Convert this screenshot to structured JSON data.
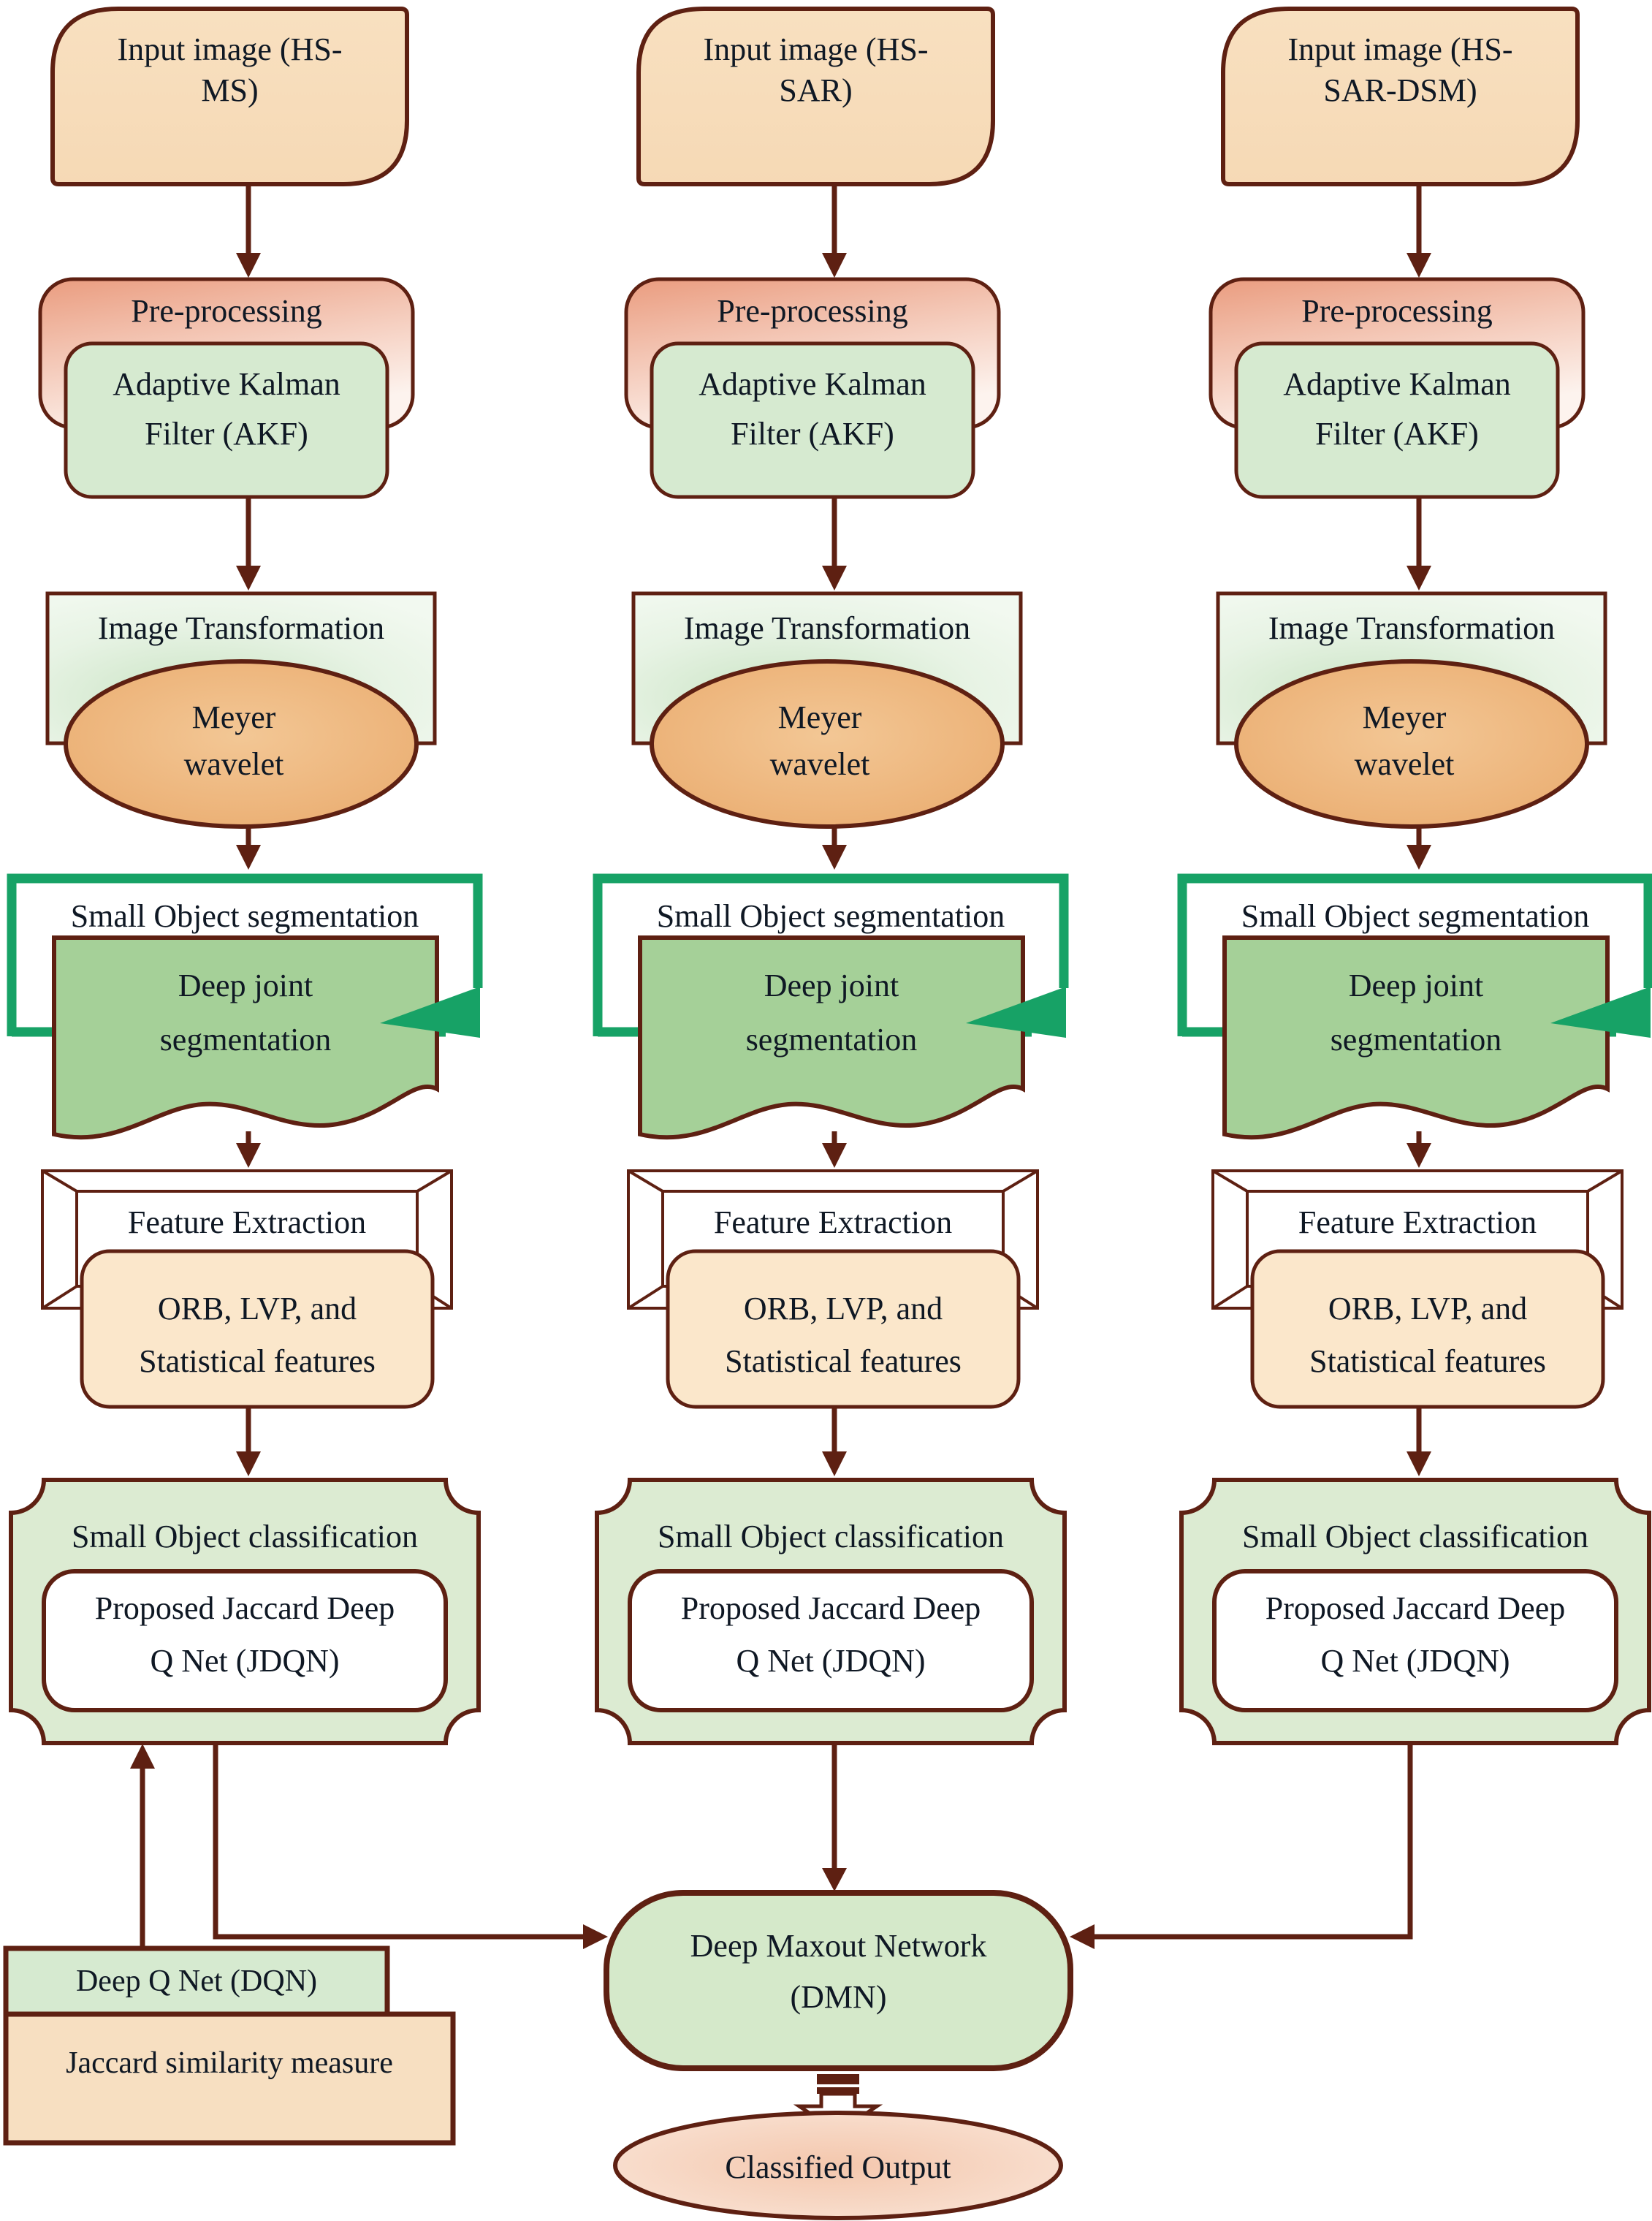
{
  "title": "Small object classification pipeline diagram",
  "columns": [
    {
      "input_lines": [
        "Input image (HS-",
        "MS)"
      ],
      "preprocessing": "Pre-processing",
      "akf_lines": [
        "Adaptive Kalman",
        "Filter (AKF)"
      ],
      "transformation": "Image Transformation",
      "meyer_lines": [
        "Meyer",
        "wavelet"
      ],
      "segmentation": "Small Object segmentation",
      "deep_joint_lines": [
        "Deep joint",
        "segmentation"
      ],
      "feature_extraction": "Feature Extraction",
      "features_lines": [
        "ORB, LVP, and",
        "Statistical features"
      ],
      "classification": "Small Object classification",
      "jdqn_lines": [
        "Proposed Jaccard Deep",
        "Q Net (JDQN)"
      ]
    },
    {
      "input_lines": [
        "Input image (HS-",
        "SAR)"
      ],
      "preprocessing": "Pre-processing",
      "akf_lines": [
        "Adaptive Kalman",
        "Filter (AKF)"
      ],
      "transformation": "Image Transformation",
      "meyer_lines": [
        "Meyer",
        "wavelet"
      ],
      "segmentation": "Small Object segmentation",
      "deep_joint_lines": [
        "Deep joint",
        "segmentation"
      ],
      "feature_extraction": "Feature Extraction",
      "features_lines": [
        "ORB, LVP, and",
        "Statistical features"
      ],
      "classification": "Small Object classification",
      "jdqn_lines": [
        "Proposed Jaccard Deep",
        "Q Net (JDQN)"
      ]
    },
    {
      "input_lines": [
        "Input image (HS-",
        "SAR-DSM)"
      ],
      "preprocessing": "Pre-processing",
      "akf_lines": [
        "Adaptive Kalman",
        "Filter (AKF)"
      ],
      "transformation": "Image Transformation",
      "meyer_lines": [
        "Meyer",
        "wavelet"
      ],
      "segmentation": "Small Object segmentation",
      "deep_joint_lines": [
        "Deep joint",
        "segmentation"
      ],
      "feature_extraction": "Feature Extraction",
      "features_lines": [
        "ORB, LVP, and",
        "Statistical features"
      ],
      "classification": "Small Object classification",
      "jdqn_lines": [
        "Proposed Jaccard Deep",
        "Q Net (JDQN)"
      ]
    }
  ],
  "bottom": {
    "dqn": "Deep Q Net (DQN)",
    "jaccard": "Jaccard similarity measure",
    "dmn_lines": [
      "Deep Maxout Network",
      "(DMN)"
    ],
    "classified": "Classified Output"
  },
  "colors": {
    "line_maroon": "#5e2012",
    "segmentation_border_green": "#17a266",
    "card_peach": "#f7dcba",
    "preprocessing_salmon": "#ea9c7f",
    "akf_green": "#d6ead0",
    "transform_green": "#e7f3e4",
    "meyer_orange": "#ecb077",
    "document_green": "#a5d098",
    "orb_peach": "#fbe7cb",
    "plaque_green": "#dcebd2",
    "dmn_green": "#d5e9ca",
    "jaccard_peach": "#f7dfc1",
    "classified_peach": "#f4c7ad",
    "text_dark": "#0f1824"
  }
}
